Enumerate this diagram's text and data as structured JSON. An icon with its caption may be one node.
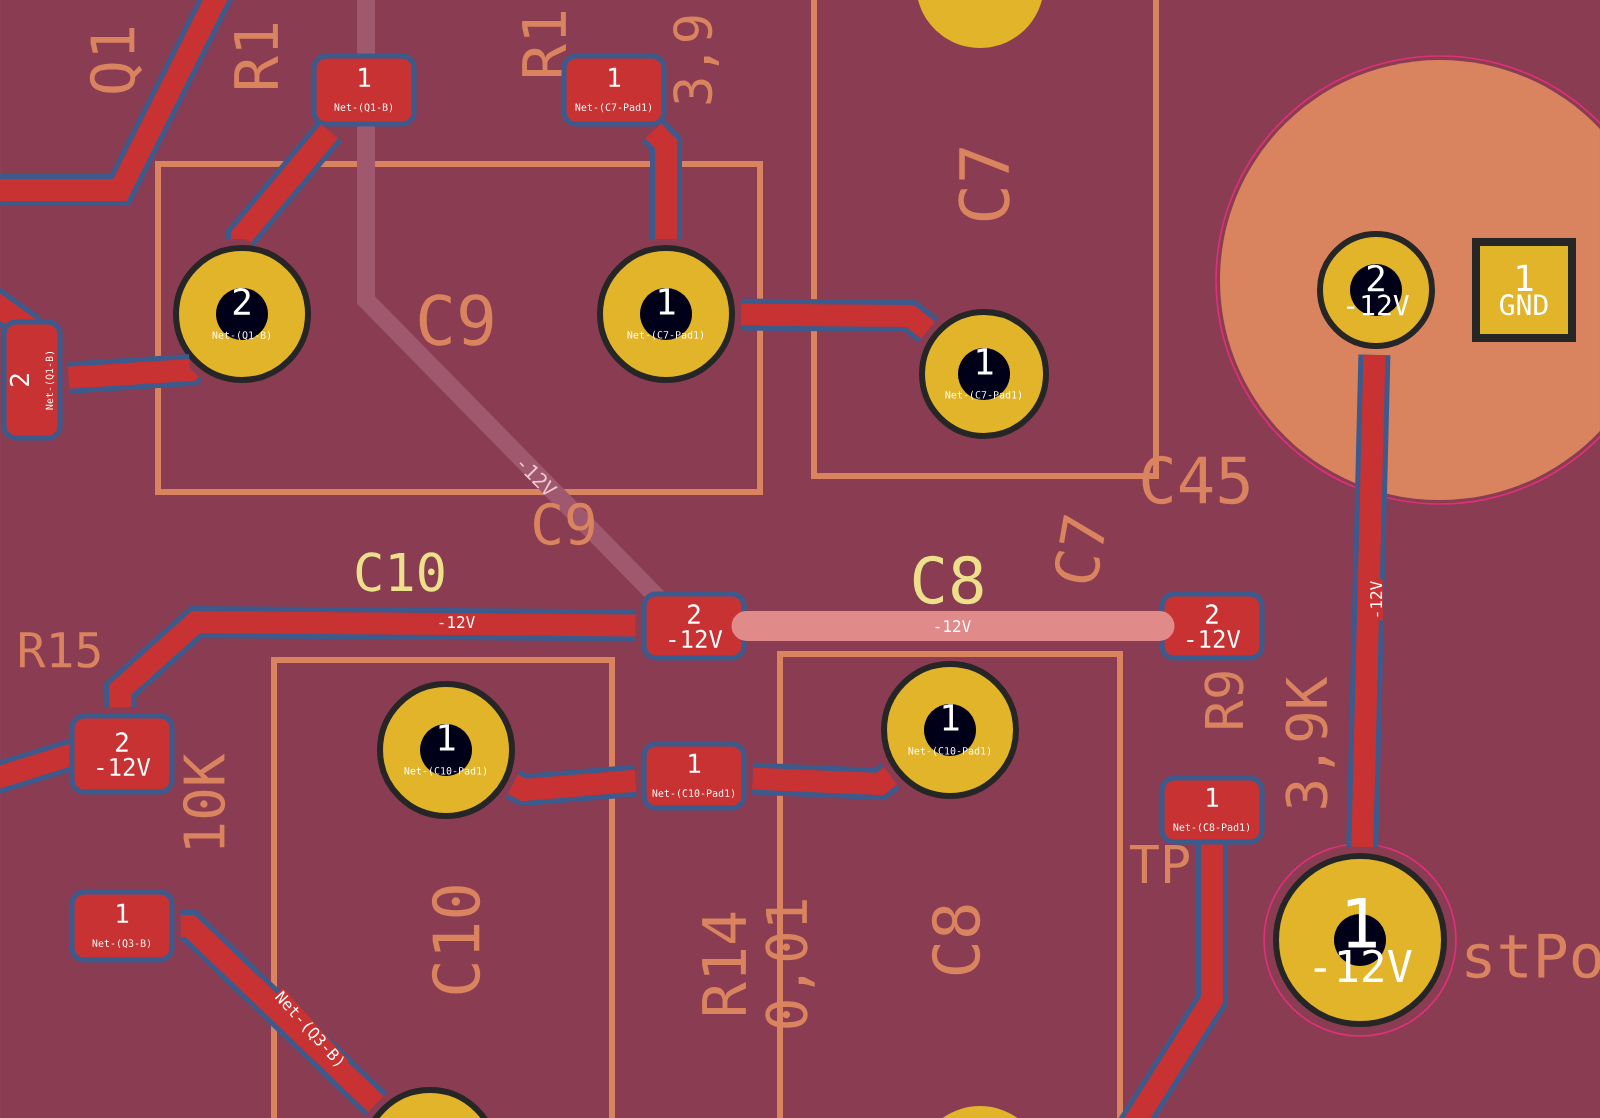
{
  "diagram": {
    "nodes": [
      {
        "text": [
          "1",
          "Net-(Q1-B)"
        ]
      },
      {
        "text": [
          "1",
          "Net-(C7-Pad1)"
        ]
      },
      {
        "text": [
          "2",
          "Net-(Q1-B)"
        ]
      },
      {
        "text": [
          "1",
          "Net-(C7-Pad1)"
        ]
      },
      {
        "text": [
          "1",
          "Net-(C7-Pad1)"
        ]
      },
      {
        "text": [
          "2",
          "-12V"
        ]
      },
      {
        "text": [
          "1",
          "GND"
        ]
      },
      {
        "text": [
          "2",
          "Net-(Q1-B)"
        ]
      },
      {
        "text": [
          "2",
          "-12V"
        ]
      },
      {
        "text": [
          "1",
          "Net-(C10-Pad1)"
        ]
      },
      {
        "text": [
          "1",
          "Net-(C10-Pad1)"
        ]
      },
      {
        "text": [
          "1",
          "Net-(C10-Pad1)"
        ]
      },
      {
        "text": [
          "2",
          "-12V"
        ]
      },
      {
        "text": [
          "1",
          "Net-(C8-Pad1)"
        ]
      },
      {
        "text": [
          "1",
          "-12V"
        ],
        "beside": [
          "stPo"
        ]
      },
      {
        "text": [
          "2",
          "-12V"
        ]
      },
      {
        "text": [
          "1",
          "Net-(Q3-B)"
        ]
      },
      {
        "text": [],
        "shape": "circle"
      }
    ],
    "edges": [
      {
        "from": 0,
        "to": 2,
        "arrow": "none"
      },
      {
        "from": 1,
        "to": 3,
        "arrow": "none"
      },
      {
        "from": 3,
        "to": 4,
        "arrow": "none"
      },
      {
        "from": 7,
        "to": 2,
        "arrow": "none"
      },
      {
        "from": 15,
        "to": 8,
        "arrow": "none",
        "label": "-12V"
      },
      {
        "from": 8,
        "to": 12,
        "arrow": "none",
        "label": "-12V",
        "color": "#e08a8a"
      },
      {
        "from": 10,
        "to": 9,
        "arrow": "none"
      },
      {
        "from": 9,
        "to": 11,
        "arrow": "none"
      },
      {
        "from": 5,
        "to": 14,
        "arrow": "none",
        "label": "-12V"
      },
      {
        "from": 16,
        "to": 17,
        "arrow": "none",
        "label": "Net-(Q3-B)"
      }
    ],
    "labels": [
      "Q1",
      "R1",
      "R1",
      "3,9",
      "C9",
      "C7",
      "-12V",
      "C45",
      "C9",
      "C10",
      "C8",
      "C7",
      "R15",
      "10K",
      "C10",
      "R14",
      "0,01",
      "C8",
      "TP",
      "R9",
      "3,9K"
    ]
  }
}
